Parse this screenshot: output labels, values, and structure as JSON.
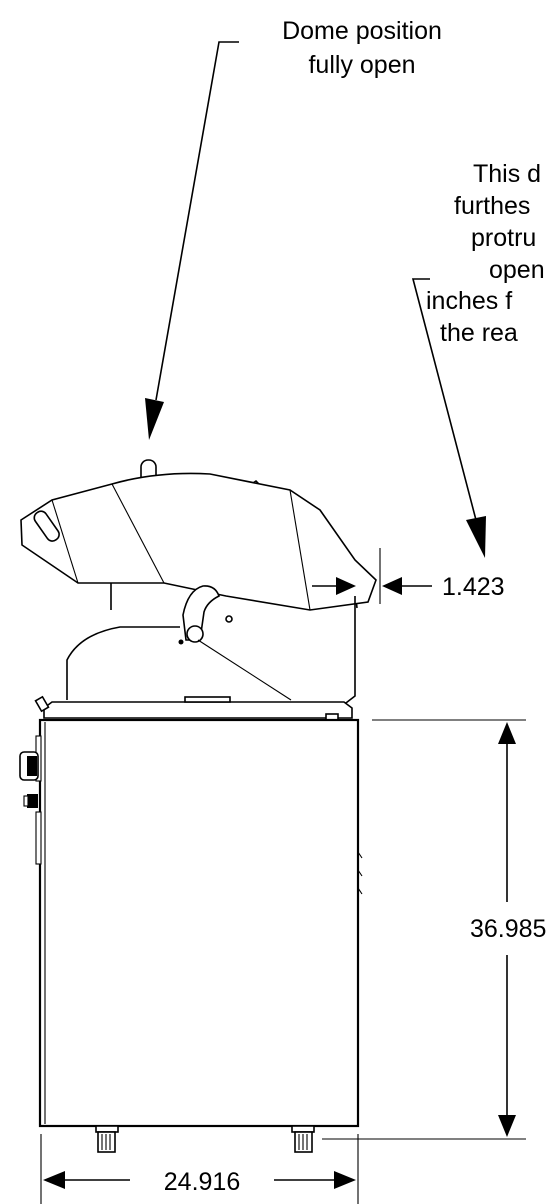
{
  "callouts": {
    "dome_label_line1": "Dome position",
    "dome_label_line2": "fully open",
    "note_line1": "This d",
    "note_line2": "furthes",
    "note_line3": "protru",
    "note_line4": "open",
    "note_line5": "inches f",
    "note_line6": "the rea"
  },
  "dimensions": {
    "rear_protrusion": "1.423",
    "height": "36.985",
    "width": "24.916"
  }
}
